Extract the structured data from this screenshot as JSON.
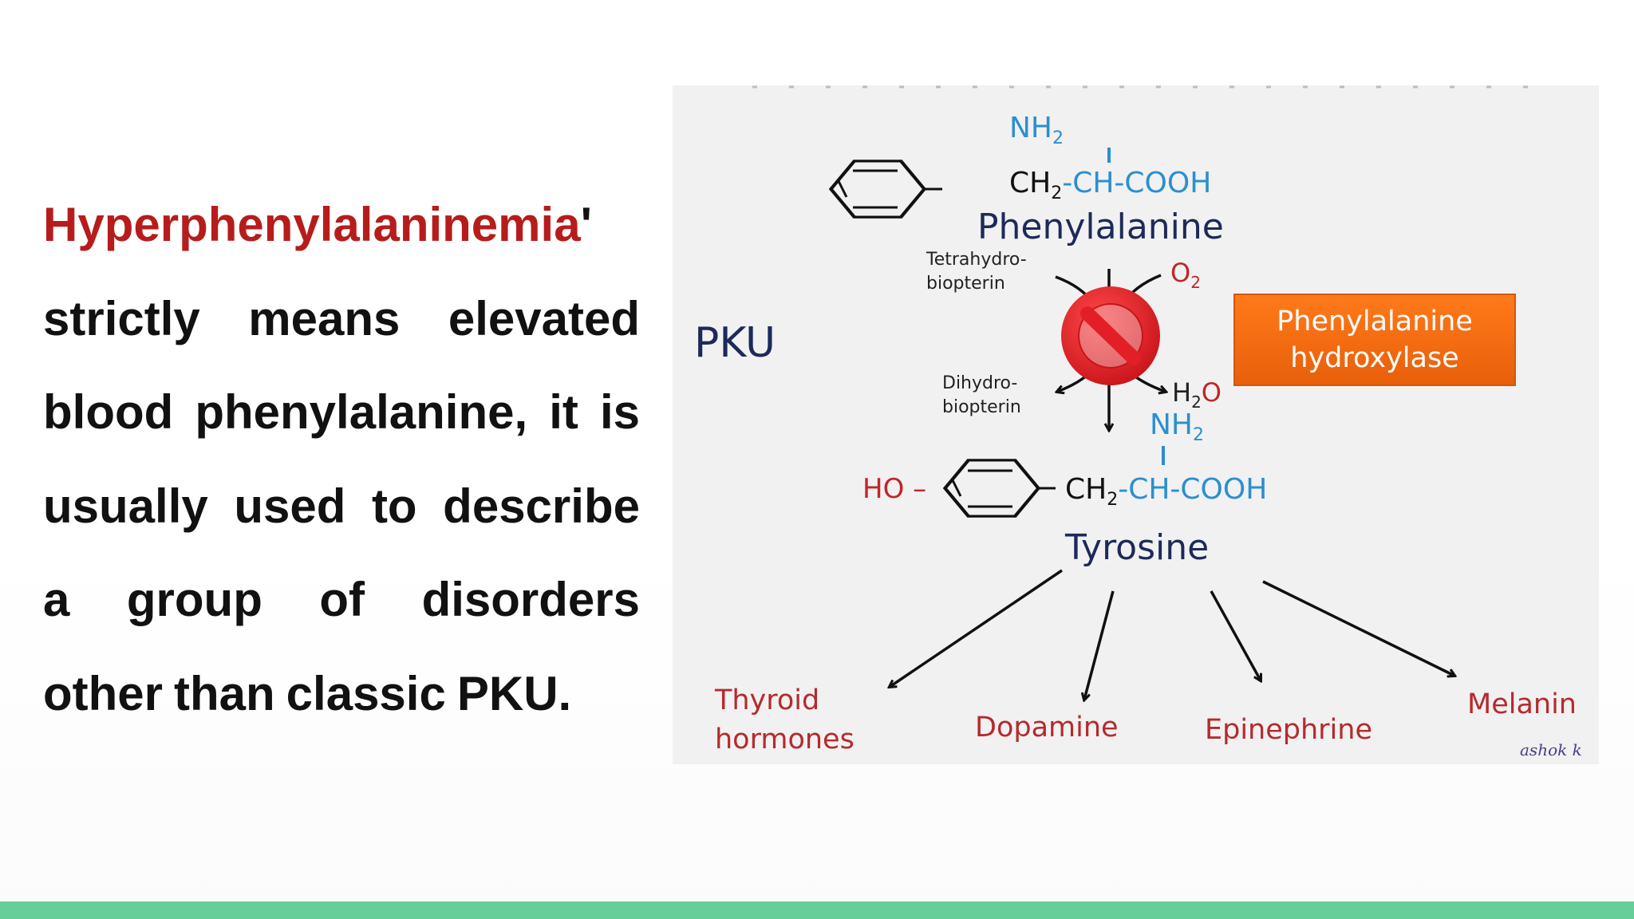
{
  "text": {
    "lines": [
      [
        {
          "text": "Hyperphenylalaninemia",
          "color": "#b71c1c",
          "suffix": "'"
        }
      ],
      [
        "strictly",
        "means",
        "elevated"
      ],
      [
        "blood",
        "phenylalanine,",
        "it",
        "is"
      ],
      [
        "usually",
        "used",
        "to",
        "describe"
      ],
      [
        "a",
        "group",
        "of",
        "disorders"
      ],
      [
        "other",
        "than",
        "classic",
        "PKU."
      ]
    ]
  },
  "diagram": {
    "label_pku": "PKU",
    "phenylalanine": {
      "amino": "NH",
      "amino_sub": "2",
      "chain_prefix": "CH",
      "chain_sub": "2",
      "chain_rest": "-CH-COOH",
      "name": "Phenylalanine"
    },
    "cofactor_in": "Tetrahydro-",
    "cofactor_in_2": "biopterin",
    "cofactor_out": "Dihydro-",
    "cofactor_out_2": "biopterin",
    "oxygen": "O",
    "oxygen_sub": "2",
    "water_h": "H",
    "water_sub": "2",
    "water_o": "O",
    "enzyme_line1": "Phenylalanine",
    "enzyme_line2": "hydroxylase",
    "tyrosine": {
      "ho": "HO –",
      "amino": "NH",
      "amino_sub": "2",
      "chain_prefix": "CH",
      "chain_sub": "2",
      "chain_rest": "-CH-COOH",
      "name": "Tyrosine"
    },
    "products": {
      "thyroid_1": "Thyroid",
      "thyroid_2": "hormones",
      "dopamine": "Dopamine",
      "epinephrine": "Epinephrine",
      "melanin": "Melanin"
    },
    "signature": "ashok k",
    "colors": {
      "navy": "#1c2a5a",
      "blue": "#2b8fd0",
      "red": "#c0262a",
      "product_red": "#b52a2e",
      "enzyme_orange": "#f26a10",
      "prohibition_red": "#e41e26"
    }
  },
  "bottom_bar_color": "#66cf99"
}
